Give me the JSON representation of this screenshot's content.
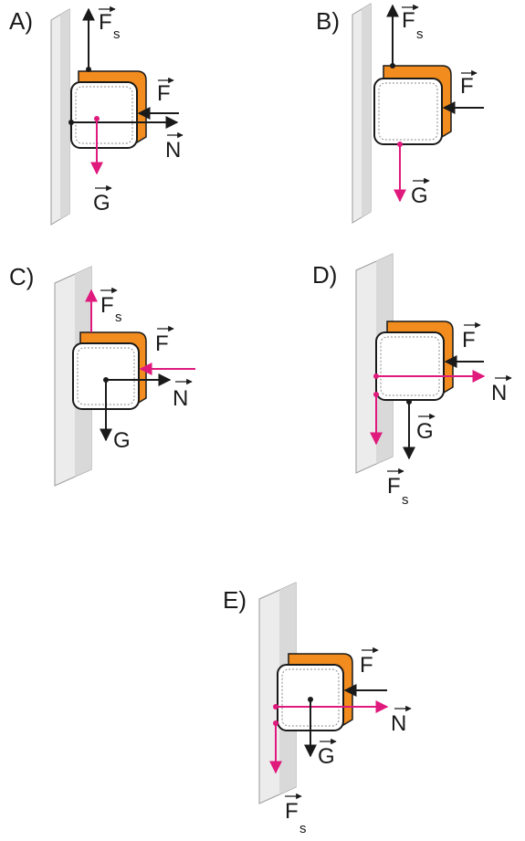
{
  "options": [
    {
      "letter": "A)",
      "labels": {
        "F": "F",
        "N": "N",
        "G": "G",
        "Fs": "F",
        "s": "s"
      }
    },
    {
      "letter": "B)",
      "labels": {
        "F": "F",
        "G": "G",
        "Fs": "F",
        "s": "s"
      }
    },
    {
      "letter": "C)",
      "labels": {
        "F": "F",
        "N": "N",
        "G": "G",
        "Fs": "F",
        "s": "s"
      }
    },
    {
      "letter": "D)",
      "labels": {
        "F": "F",
        "N": "N",
        "G": "G",
        "Fs": "F",
        "s": "s"
      }
    },
    {
      "letter": "E)",
      "labels": {
        "F": "F",
        "N": "N",
        "G": "G",
        "Fs": "F",
        "s": "s"
      }
    }
  ],
  "colors": {
    "block_orange": "#f28c1e",
    "force_magenta": "#e0197d",
    "force_black": "#1a1a1a",
    "wall_fill": "#ececec",
    "wall_side": "#d9d9d9"
  }
}
